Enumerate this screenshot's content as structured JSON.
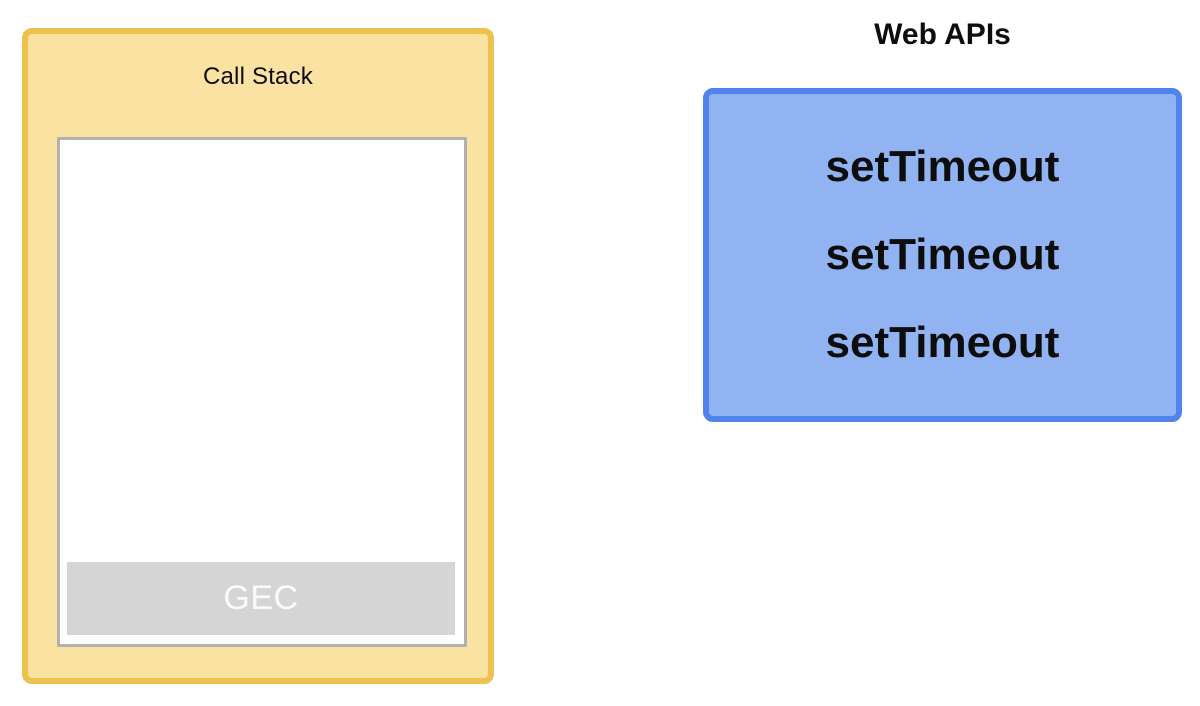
{
  "call_stack": {
    "title": "Call Stack",
    "frame_labels": [
      "GEC"
    ]
  },
  "web_apis": {
    "title": "Web APIs",
    "items": [
      "setTimeout",
      "setTimeout",
      "setTimeout"
    ]
  },
  "colors": {
    "yellow_fill": "#F9E2A2",
    "yellow_border": "#ECC14E",
    "blue_fill": "#92B3F2",
    "blue_border": "#5083EC",
    "gray_border": "#B0B0B0",
    "frame_fill": "#D5D5D5",
    "frame_text": "#FAFAFA",
    "ink": "#0D0D0D"
  }
}
